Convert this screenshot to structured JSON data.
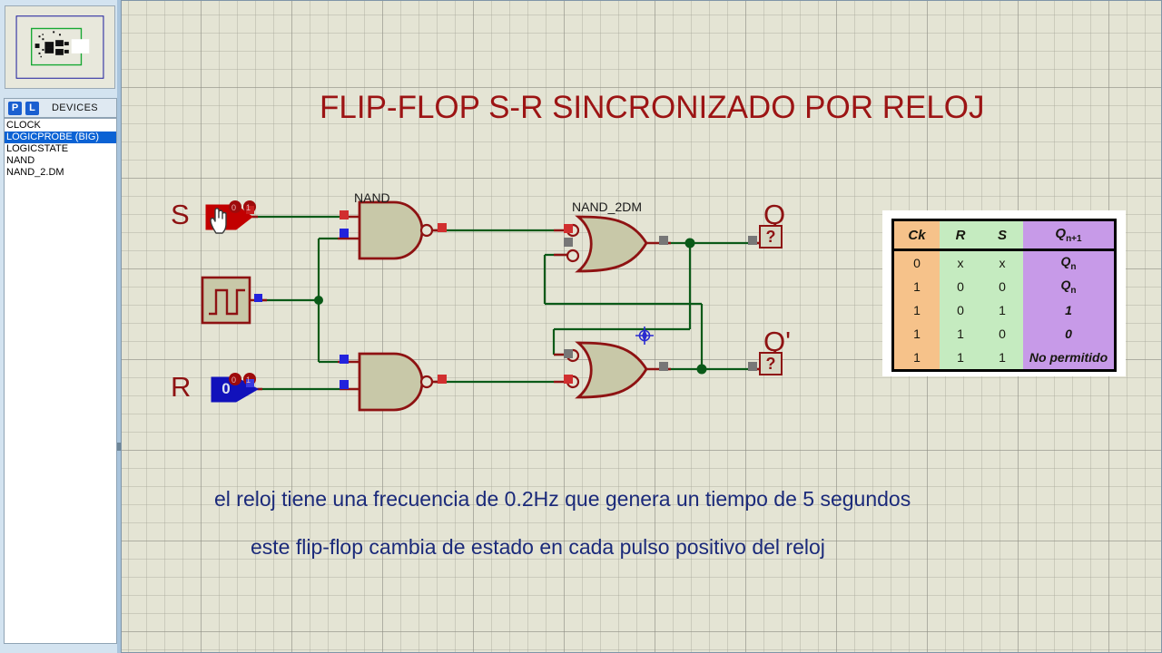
{
  "app": {
    "panel": {
      "buttons": [
        {
          "name": "P",
          "label": "P"
        },
        {
          "name": "L",
          "label": "L"
        }
      ],
      "devices_title": "DEVICES",
      "devices": [
        {
          "label": "CLOCK",
          "selected": false
        },
        {
          "label": "LOGICPROBE (BIG)",
          "selected": true
        },
        {
          "label": "LOGICSTATE",
          "selected": false
        },
        {
          "label": "NAND",
          "selected": false
        },
        {
          "label": "NAND_2.DM",
          "selected": false
        }
      ]
    }
  },
  "schematic": {
    "title": "FLIP-FLOP S-R SINCRONIZADO POR RELOJ",
    "title_color": "#9c1414",
    "notes": [
      "el reloj tiene una frecuencia de 0.2Hz que genera un tiempo de 5 segundos",
      "este flip-flop cambia de estado en cada pulso positivo del reloj"
    ],
    "note_color": "#1b2a7a",
    "labels": {
      "s": "S",
      "r": "R",
      "q": "Q",
      "q_not": "Q'"
    },
    "gate_names": {
      "nand": "NAND",
      "nand_2dm": "NAND_2DM"
    },
    "inputs": {
      "s_state": {
        "value": "1",
        "color": "#c20000",
        "shown": false
      },
      "r_state": {
        "value": "0",
        "color": "#1111bb",
        "shown": true
      }
    },
    "probes": {
      "q": "?",
      "q_not": "?"
    },
    "wire_color": "#0a5a18",
    "body_color": "#c8c8a8",
    "outline_color": "#8e1212"
  },
  "truth_table": {
    "headers": [
      "Ck",
      "R",
      "S",
      "Q",
      "n+1"
    ],
    "header_q": "Q",
    "header_q_sub": "n+1",
    "rows": [
      {
        "ck": "0",
        "r": "x",
        "s": "x",
        "q": "Q",
        "q_sub": "n"
      },
      {
        "ck": "1",
        "r": "0",
        "s": "0",
        "q": "Q",
        "q_sub": "n"
      },
      {
        "ck": "1",
        "r": "0",
        "s": "1",
        "q": "1",
        "q_sub": ""
      },
      {
        "ck": "1",
        "r": "1",
        "s": "0",
        "q": "0",
        "q_sub": ""
      },
      {
        "ck": "1",
        "r": "1",
        "s": "1",
        "q": "No permitido",
        "q_sub": ""
      }
    ],
    "colors": {
      "ck": "#f6c28a",
      "rs": "#c5ebc0",
      "q": "#c79ae8"
    }
  }
}
